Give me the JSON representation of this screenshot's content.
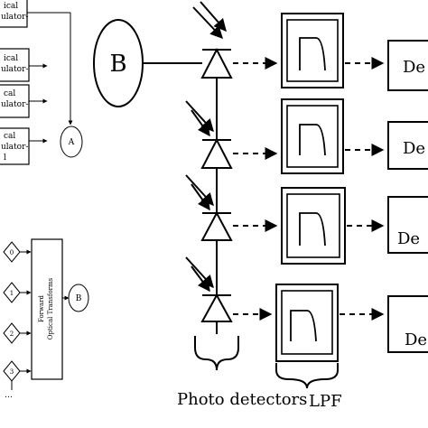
{
  "left_top": {
    "modulator_labels": [
      [
        "ical",
        "ulator-"
      ],
      [
        "ical",
        "ulator-"
      ],
      [
        "cal",
        "ulator-"
      ],
      [
        "cal",
        "ulator-",
        "l"
      ]
    ],
    "node_a": "A"
  },
  "left_bottom": {
    "input_numbers": [
      "0",
      "1",
      "2",
      "3"
    ],
    "more_marker": "…",
    "transform_label": [
      "Forward",
      "Optical Transforms"
    ],
    "node_b": "B"
  },
  "main": {
    "node_b": "B",
    "detector_partial_labels": [
      "De",
      "De",
      "De",
      "De"
    ],
    "photo_detectors_label": "Photo detectors",
    "lpf_label": "LPF"
  }
}
